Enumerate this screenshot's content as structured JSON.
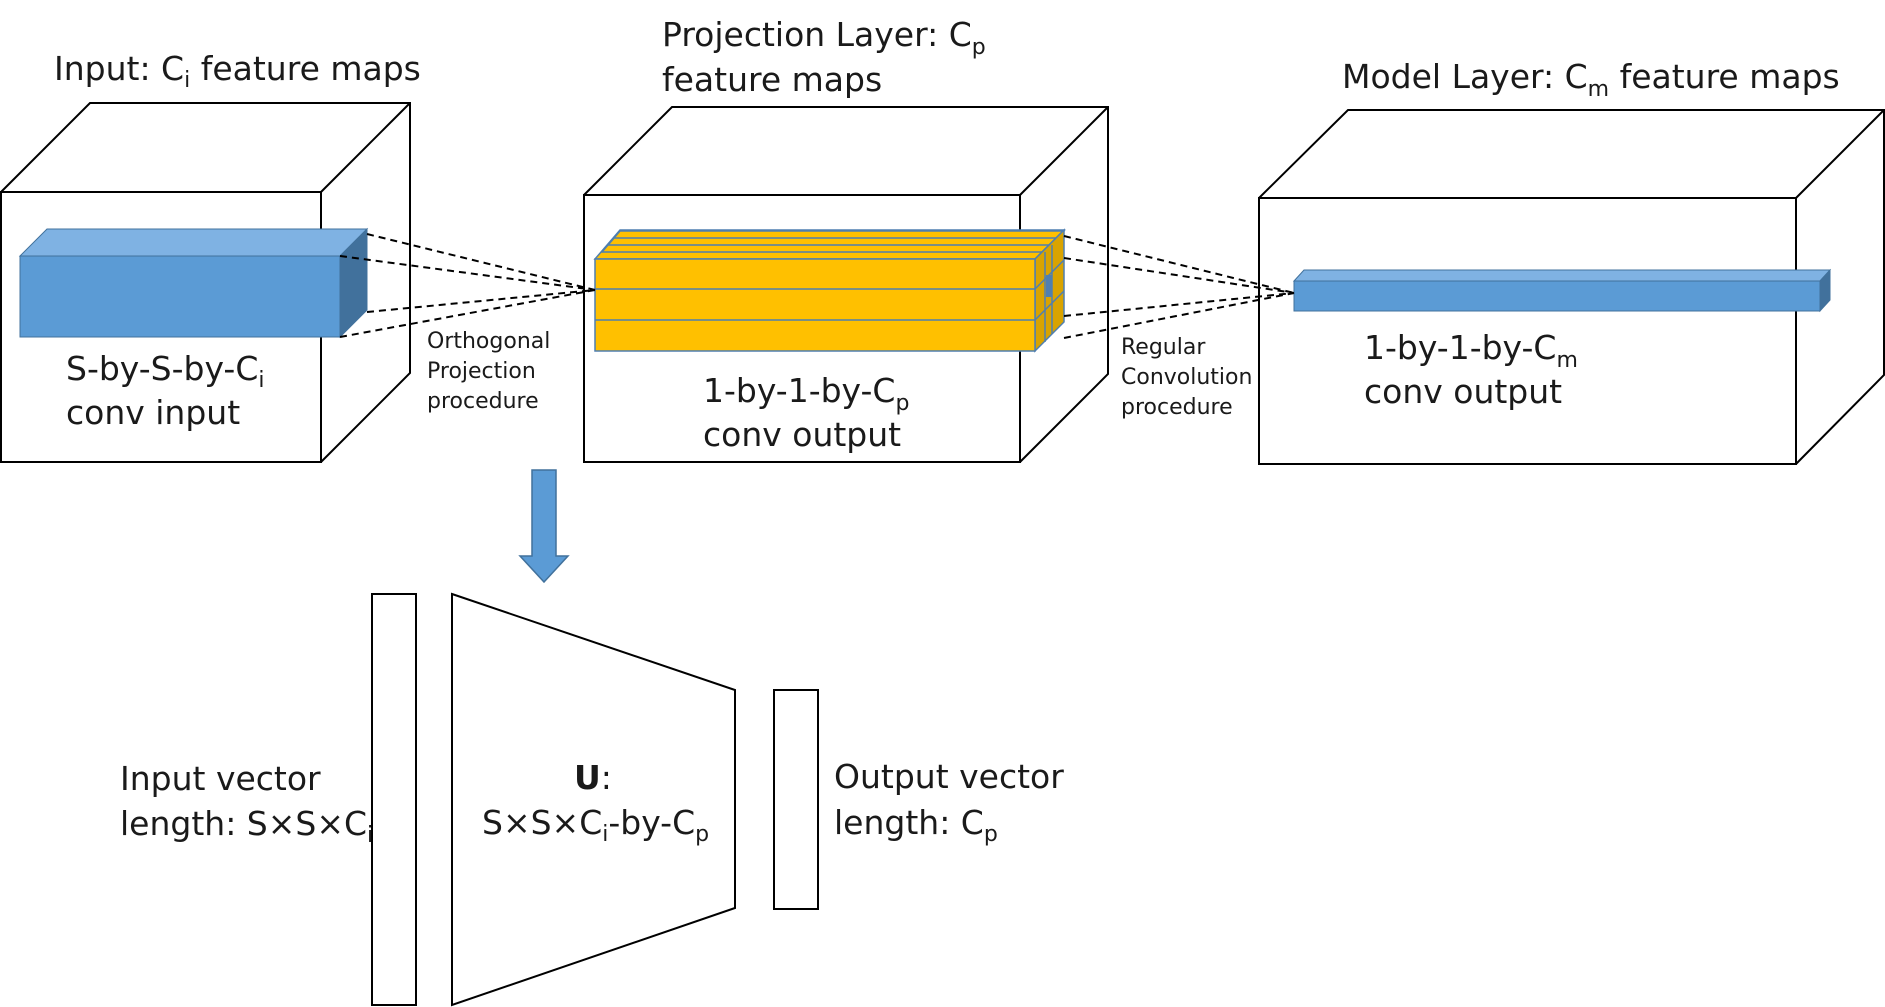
{
  "input_block": {
    "title_prefix": "Input: C",
    "title_sub": "i",
    "title_suffix": " feature maps",
    "inner_line1_prefix": "S-by-S-by-C",
    "inner_line1_sub": "i",
    "inner_line2": "conv input"
  },
  "orthogonal_label": {
    "line1": "Orthogonal",
    "line2": "Projection",
    "line3": "procedure"
  },
  "projection_block": {
    "title_line1_prefix": "Projection Layer: C",
    "title_line1_sub": "p",
    "title_line2": "feature maps",
    "inner_line1_prefix": "1-by-1-by-C",
    "inner_line1_sub": "p",
    "inner_line2": "conv output"
  },
  "regular_label": {
    "line1": "Regular",
    "line2": "Convolution",
    "line3": "procedure"
  },
  "model_block": {
    "title_prefix": "Model Layer: C",
    "title_sub": "m",
    "title_suffix": " feature maps",
    "inner_line1_prefix": "1-by-1-by-C",
    "inner_line1_sub": "m",
    "inner_line2": "conv output"
  },
  "input_vector": {
    "line1": "Input vector",
    "line2_prefix": "length: S×S×C",
    "line2_sub": "i"
  },
  "matrix_u": {
    "name": "U",
    "colon": ":",
    "dims_prefix": "S×S×C",
    "dims_sub1": "i",
    "dims_mid": "-by-C",
    "dims_sub2": "p"
  },
  "output_vector": {
    "line1": "Output vector",
    "line2_prefix": "length: C",
    "line2_sub": "p"
  },
  "colors": {
    "blue_front": "#5b9bd5",
    "blue_top": "#7fb2e3",
    "blue_side": "#41719c",
    "yellow_front": "#ffc000",
    "yellow_side": "#d9a300",
    "yellow_stroke": "#4f7fb0",
    "arrow": "#5b9bd5"
  }
}
